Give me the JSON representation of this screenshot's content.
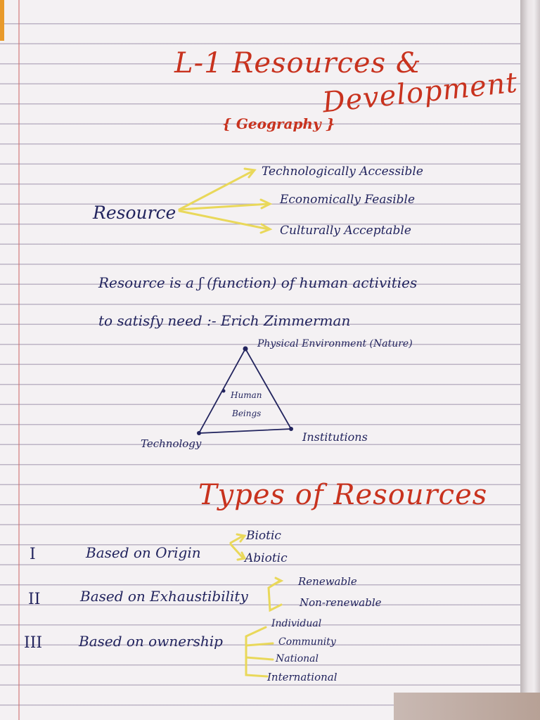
{
  "title_line1": "L-1 Resources &",
  "title_line2": "Development",
  "subject": "{ Geography }",
  "resource_word": "Resource",
  "resource_branches": [
    "Technologically Accessible",
    "Economically Feasible",
    "Culturally Acceptable"
  ],
  "definition_line1": "Resource is a ʃ (function) of human activities",
  "definition_line2": "to satisfy need :- Erich Zimmerman",
  "triangle": {
    "apex": "Physical Environment (Nature)",
    "center": [
      "Human",
      "Beings"
    ],
    "left": "Technology",
    "right": "Institutions"
  },
  "types_heading": "Types of Resources",
  "types": [
    {
      "numeral": "I",
      "basis": "Based on Origin",
      "items": [
        "Biotic",
        "Abiotic"
      ]
    },
    {
      "numeral": "II",
      "basis": "Based on Exhaustibility",
      "items": [
        "Renewable",
        "Non-renewable"
      ]
    },
    {
      "numeral": "III",
      "basis": "Based on ownership",
      "items": [
        "Individual",
        "Community",
        "National",
        "International"
      ]
    }
  ],
  "colors": {
    "heading_ink": "#c8321e",
    "body_ink": "#22245e",
    "highlighter": "#e9d85a",
    "paper": "#f4f1f3"
  }
}
